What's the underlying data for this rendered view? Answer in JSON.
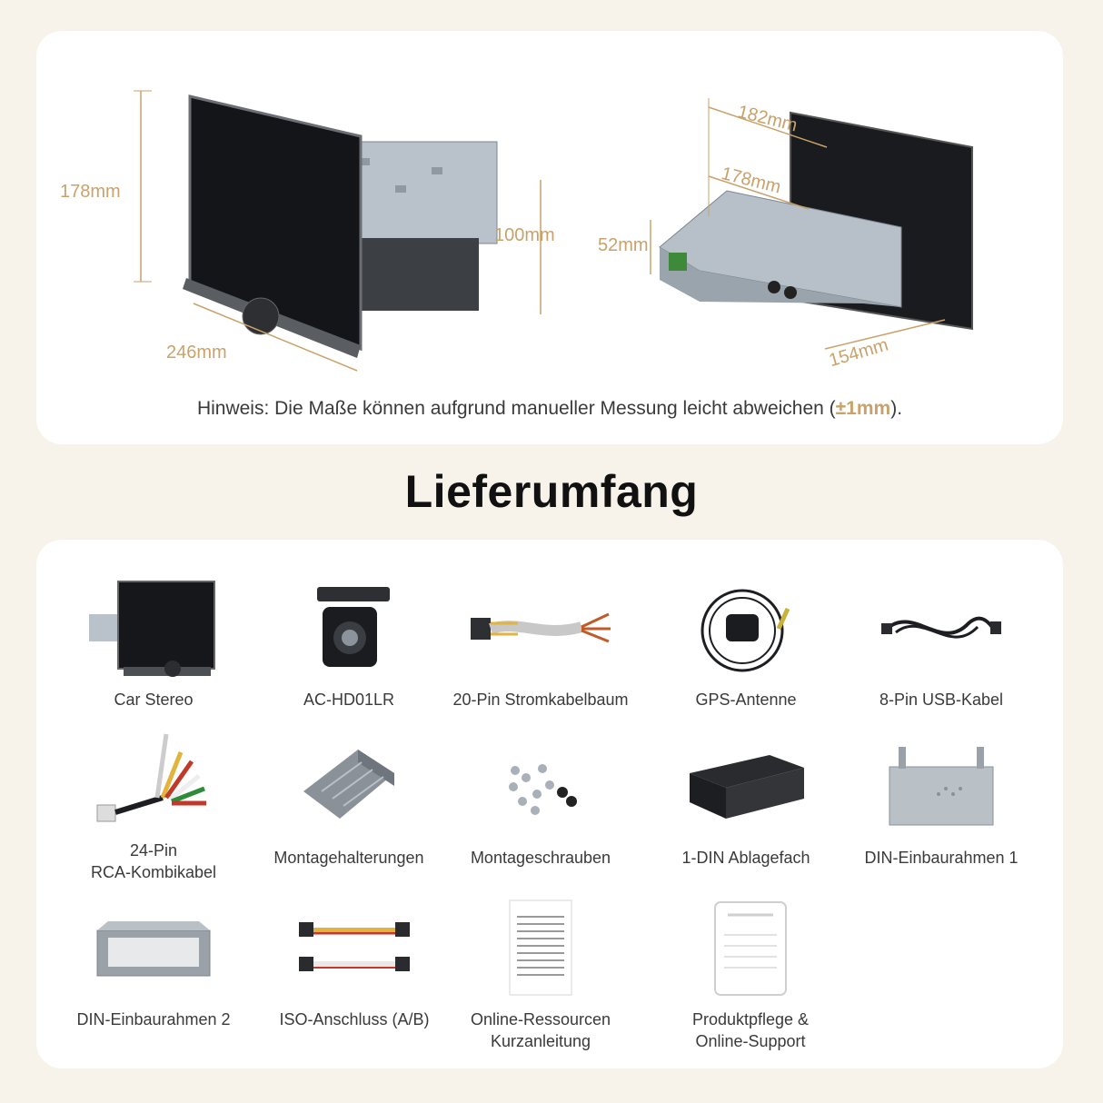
{
  "dimensions": {
    "front_height": "178mm",
    "front_width": "246mm",
    "chassis_height": "100mm",
    "back_depth_screen": "182mm",
    "back_depth_body": "178mm",
    "back_height": "52mm",
    "back_length": "154mm",
    "note_prefix": "Hinweis: Die Maße können aufgrund manueller Messung leicht abweichen (",
    "note_highlight": "±1mm",
    "note_suffix": ")."
  },
  "section_title": "Lieferumfang",
  "items": [
    {
      "label": "Car Stereo",
      "icon": "car-stereo-icon"
    },
    {
      "label": "AC-HD01LR",
      "icon": "camera-icon"
    },
    {
      "label": "20-Pin Stromkabelbaum",
      "icon": "harness-icon"
    },
    {
      "label": "GPS-Antenne",
      "icon": "gps-antenna-icon"
    },
    {
      "label": "8-Pin USB-Kabel",
      "icon": "usb-cable-icon"
    },
    {
      "label": "24-Pin",
      "label2": "RCA-Kombikabel",
      "icon": "rca-cable-icon"
    },
    {
      "label": "Montagehalterungen",
      "icon": "bracket-icon"
    },
    {
      "label": "Montageschrauben",
      "icon": "screws-icon"
    },
    {
      "label": "1-DIN Ablagefach",
      "icon": "storage-tray-icon"
    },
    {
      "label": "DIN-Einbaurahmen 1",
      "icon": "frame-1-icon"
    },
    {
      "label": "DIN-Einbaurahmen 2",
      "icon": "frame-2-icon"
    },
    {
      "label": "ISO-Anschluss (A/B)",
      "icon": "iso-connector-icon"
    },
    {
      "label": "Online-Ressourcen",
      "label2": "Kurzanleitung",
      "icon": "manual-icon"
    },
    {
      "label": "Produktpflege &",
      "label2": "Online-Support",
      "icon": "support-card-icon"
    }
  ]
}
